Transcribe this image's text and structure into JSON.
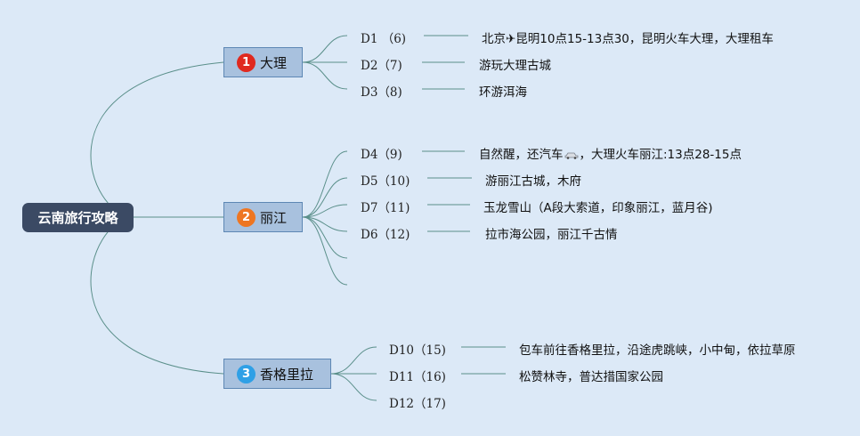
{
  "root": {
    "label": "云南旅行攻略"
  },
  "branches": [
    {
      "number": "1",
      "badge_color": "#e0291f",
      "label": "大理",
      "days": [
        {
          "day": "D1 （6)",
          "desc": "北京✈昆明10点15-13点30，昆明火车大理，大理租车"
        },
        {
          "day": "D2（7)",
          "desc": "游玩大理古城"
        },
        {
          "day": "D3（8)",
          "desc": "环游洱海"
        }
      ]
    },
    {
      "number": "2",
      "badge_color": "#ee7622",
      "label": "丽江",
      "days": [
        {
          "day": "D4（9)",
          "desc_before": "自然醒，还汽车",
          "icon": "car-icon",
          "desc_after": "，大理火车丽江:13点28-15点"
        },
        {
          "day": "D5（10)",
          "desc": "游丽江古城，木府"
        },
        {
          "day": "D7（11)",
          "desc": "玉龙雪山（A段大索道，印象丽江，蓝月谷)"
        },
        {
          "day": "D6（12)",
          "desc": "拉市海公园，丽江千古情"
        }
      ]
    },
    {
      "number": "3",
      "badge_color": "#2fa0e6",
      "label": "香格里拉",
      "days": [
        {
          "day": "D10（15)",
          "desc": "包车前往香格里拉，沿途虎跳峡，小中甸，依拉草原"
        },
        {
          "day": "D11（16)",
          "desc": "松赞林寺，普达措国家公园"
        },
        {
          "day": "D12（17)"
        }
      ]
    }
  ],
  "colors": {
    "line": "#5a8f8a",
    "root_bg": "#3b4a64",
    "branch_bg": "#a8c1de",
    "background": "#dce9f7"
  }
}
